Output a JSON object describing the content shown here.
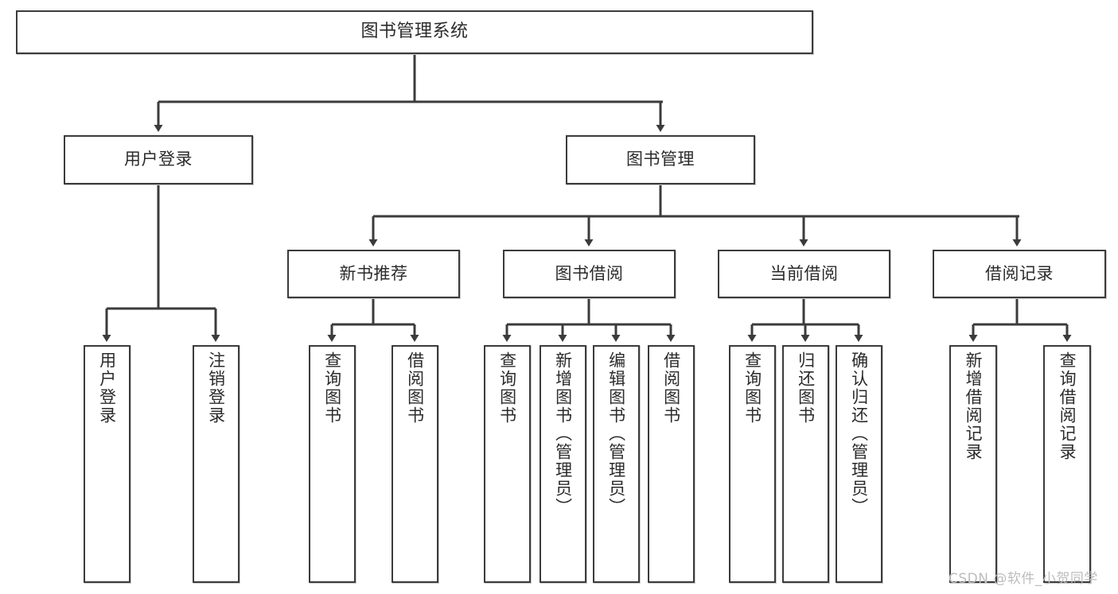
{
  "diagram": {
    "type": "tree",
    "title": "图书管理系统",
    "orientation": "top-down",
    "colors": {
      "box_border": "#3b3b3b",
      "box_fill": "#ffffff",
      "connector": "#3b3b3b",
      "text": "#2b2b2b",
      "watermark": "#bcbcbc",
      "background": "#ffffff"
    },
    "root": {
      "label": "图书管理系统"
    },
    "level2": [
      {
        "label": "用户登录"
      },
      {
        "label": "图书管理"
      }
    ],
    "level3": [
      {
        "label": "新书推荐"
      },
      {
        "label": "图书借阅"
      },
      {
        "label": "当前借阅"
      },
      {
        "label": "借阅记录"
      }
    ],
    "leaves": {
      "user_login": [
        {
          "label": "用户登录"
        },
        {
          "label": "注销登录"
        }
      ],
      "new_book_recommend": [
        {
          "label": "查询图书"
        },
        {
          "label": "借阅图书"
        }
      ],
      "book_borrow": [
        {
          "label": "查询图书"
        },
        {
          "label": "新增图书（管理员）"
        },
        {
          "label": "编辑图书（管理员）"
        },
        {
          "label": "借阅图书"
        }
      ],
      "current_borrow": [
        {
          "label": "查询图书"
        },
        {
          "label": "归还图书"
        },
        {
          "label": "确认归还（管理员）"
        }
      ],
      "borrow_record": [
        {
          "label": "新增借阅记录"
        },
        {
          "label": "查询借阅记录"
        }
      ]
    }
  },
  "watermark": {
    "text": "CSDN @软件_小贺同学"
  }
}
